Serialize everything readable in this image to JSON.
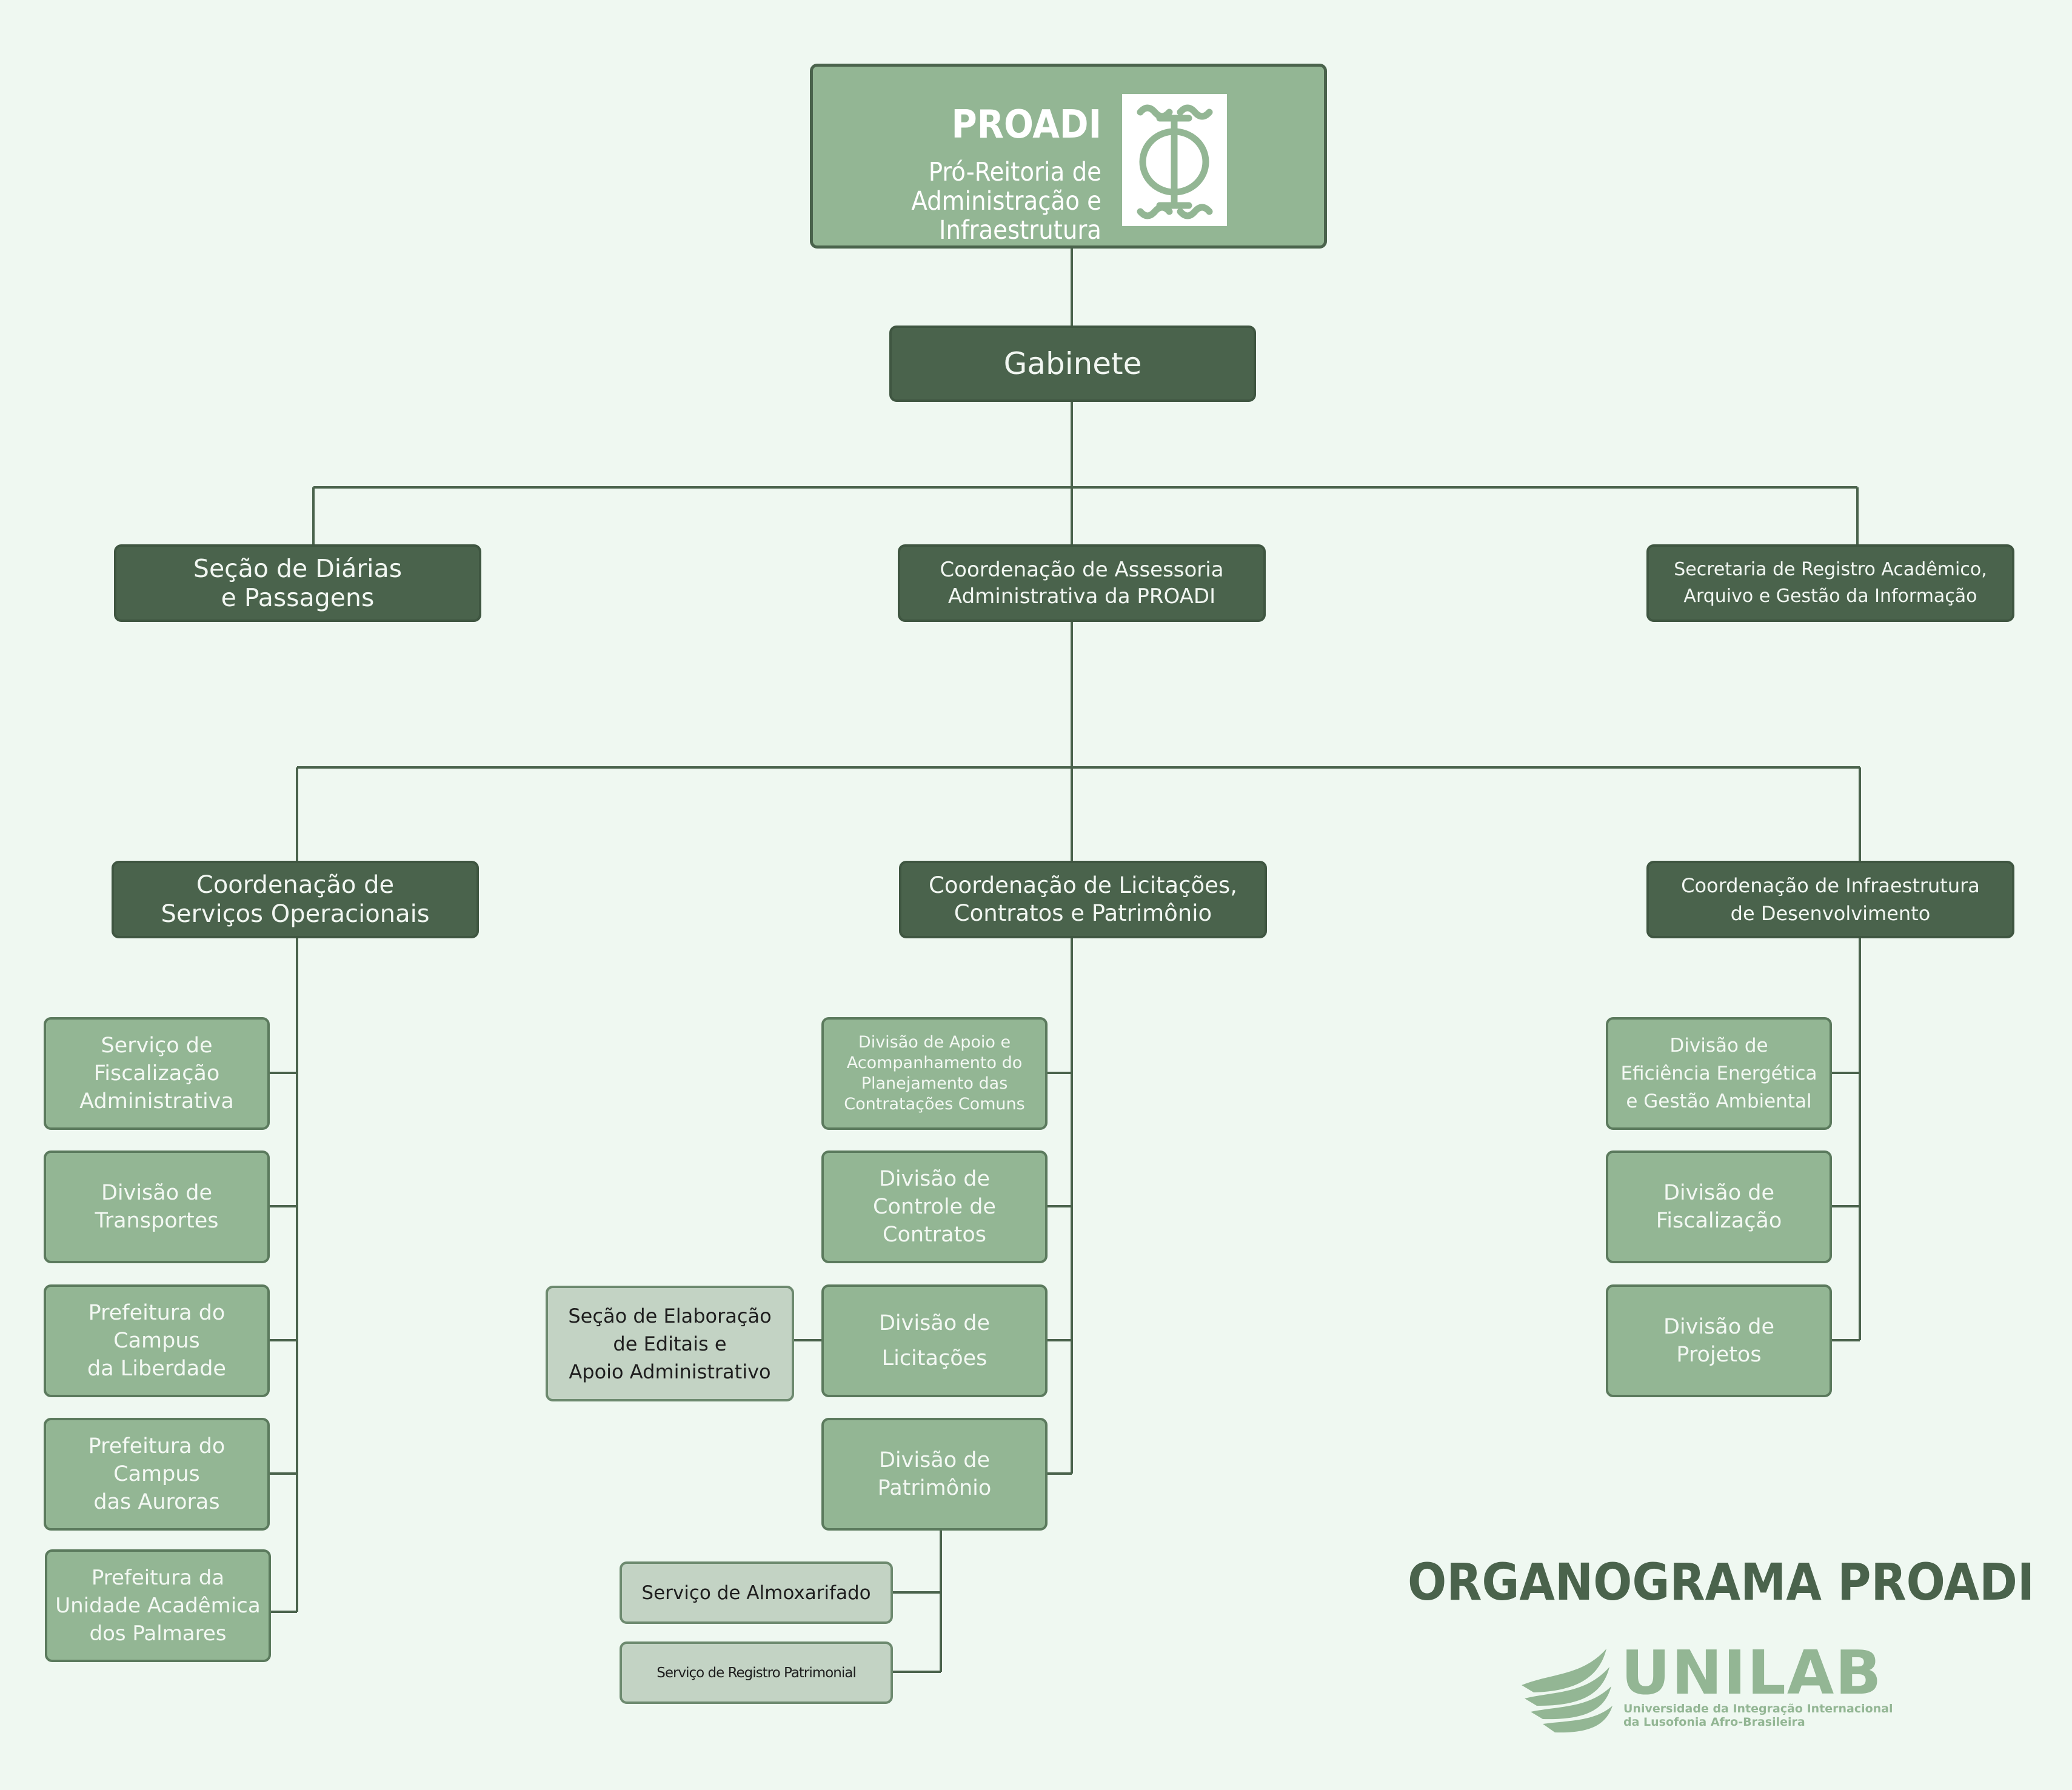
{
  "header": {
    "title": "PROADI",
    "subtitle": "Pró-Reitoria de\nAdministração e\nInfraestrutura"
  },
  "org": {
    "gabinete": "Gabinete",
    "secao_diarias": "Seção de Diárias\ne Passagens",
    "coord_assessoria": "Coordenação de Assessoria\nAdministrativa da PROADI",
    "secretaria_registro": "Secretaria de Registro Acadêmico,\nArquivo e Gestão da Informação",
    "coord_servicos": "Coordenação de\nServiços Operacionais",
    "coord_licitacoes": "Coordenação de Licitações,\nContratos e Patrimônio",
    "coord_infra": "Coordenação de Infraestrutura\nde Desenvolvimento",
    "servico_fiscalizacao": "Serviço de\nFiscalização\nAdministrativa",
    "divisao_transportes": "Divisão de\nTransportes",
    "prefeitura_liberdade": "Prefeitura do\nCampus\nda Liberdade",
    "prefeitura_auroras": "Prefeitura do\nCampus\ndas Auroras",
    "prefeitura_palmares": "Prefeitura da\nUnidade Acadêmica\ndos Palmares",
    "divisao_apoio": "Divisão de Apoio e\nAcompanhamento do\nPlanejamento das\nContratações Comuns",
    "divisao_controle": "Divisão de\nControle de\nContratos",
    "divisao_licitacoes": "Divisão de\nLicitações",
    "divisao_patrimonio": "Divisão de\nPatrimônio",
    "secao_editais": "Seção de Elaboração\nde Editais e\nApoio Administrativo",
    "servico_almoxarifado": "Serviço de Almoxarifado",
    "servico_registro": "Serviço de Registro Patrimonial",
    "divisao_eficiencia": "Divisão de\nEficiência Energética\ne Gestão Ambiental",
    "divisao_fiscalizacao": "Divisão de\nFiscalização",
    "divisao_projetos": "Divisão de\nProjetos"
  },
  "footer": {
    "title": "ORGANOGRAMA PROADI",
    "unilab_name": "UNILAB",
    "unilab_subtitle": "Universidade da Integração Internacional\nda Lusofonia Afro-Brasileira"
  },
  "colors": {
    "background": "#eff8f1",
    "dark_green": "#4a634c",
    "light_green": "#93b694",
    "gray_green": "#c3d3c4",
    "connector": "#4a634c"
  }
}
